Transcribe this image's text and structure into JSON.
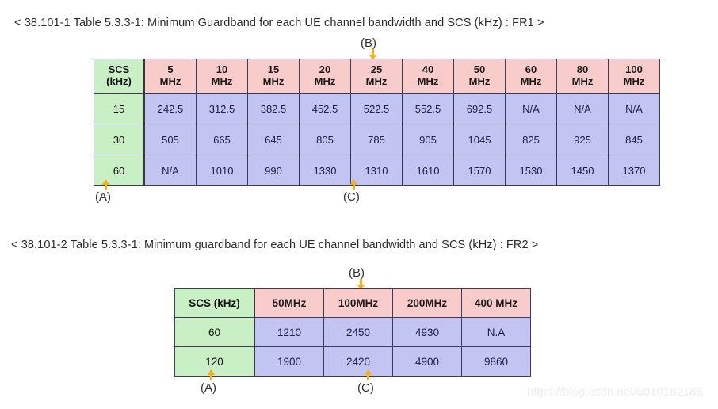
{
  "captions": {
    "fr1": "< 38.101-1 Table 5.3.3-1: Minimum Guardband for each UE channel bandwidth and SCS (kHz) : FR1 >",
    "fr2": "< 38.101-2 Table 5.3.3-1: Minimum guardband for each UE channel bandwidth and SCS (kHz) : FR2 >"
  },
  "table_fr1": {
    "scs_header_line1": "SCS",
    "scs_header_line2": "(kHz)",
    "bandwidth_headers": [
      {
        "value": "5",
        "unit": "MHz"
      },
      {
        "value": "10",
        "unit": "MHz"
      },
      {
        "value": "15",
        "unit": "MHz"
      },
      {
        "value": "20",
        "unit": "MHz"
      },
      {
        "value": "25",
        "unit": "MHz"
      },
      {
        "value": "40",
        "unit": "MHz"
      },
      {
        "value": "50",
        "unit": "MHz"
      },
      {
        "value": "60",
        "unit": "MHz"
      },
      {
        "value": "80",
        "unit": "MHz"
      },
      {
        "value": "100",
        "unit": "MHz"
      }
    ],
    "rows": [
      {
        "scs": "15",
        "values": [
          "242.5",
          "312.5",
          "382.5",
          "452.5",
          "522.5",
          "552.5",
          "692.5",
          "N/A",
          "N/A",
          "N/A"
        ]
      },
      {
        "scs": "30",
        "values": [
          "505",
          "665",
          "645",
          "805",
          "785",
          "905",
          "1045",
          "825",
          "925",
          "845"
        ]
      },
      {
        "scs": "60",
        "values": [
          "N/A",
          "1010",
          "990",
          "1330",
          "1310",
          "1610",
          "1570",
          "1530",
          "1450",
          "1370"
        ]
      }
    ]
  },
  "table_fr2": {
    "headers": [
      "SCS (kHz)",
      "50MHz",
      "100MHz",
      "200MHz",
      "400 MHz"
    ],
    "rows": [
      {
        "scs": "60",
        "values": [
          "1210",
          "2450",
          "4930",
          "N.A"
        ]
      },
      {
        "scs": "120",
        "values": [
          "1900",
          "2420",
          "4900",
          "9860"
        ]
      }
    ]
  },
  "annotations": {
    "fr1": {
      "a": "(A)",
      "b": "(B)",
      "c": "(C)"
    },
    "fr2": {
      "a": "(A)",
      "b": "(B)",
      "c": "(C)"
    }
  },
  "colors": {
    "header_scs_bg": "#c9f0c4",
    "header_bw_bg": "#f9cccc",
    "value_bg": "#c2c4f2",
    "arrow": "#f5b11a",
    "border": "#3a3a3a"
  },
  "watermark": "https://blog.csdn.net/u010182186"
}
